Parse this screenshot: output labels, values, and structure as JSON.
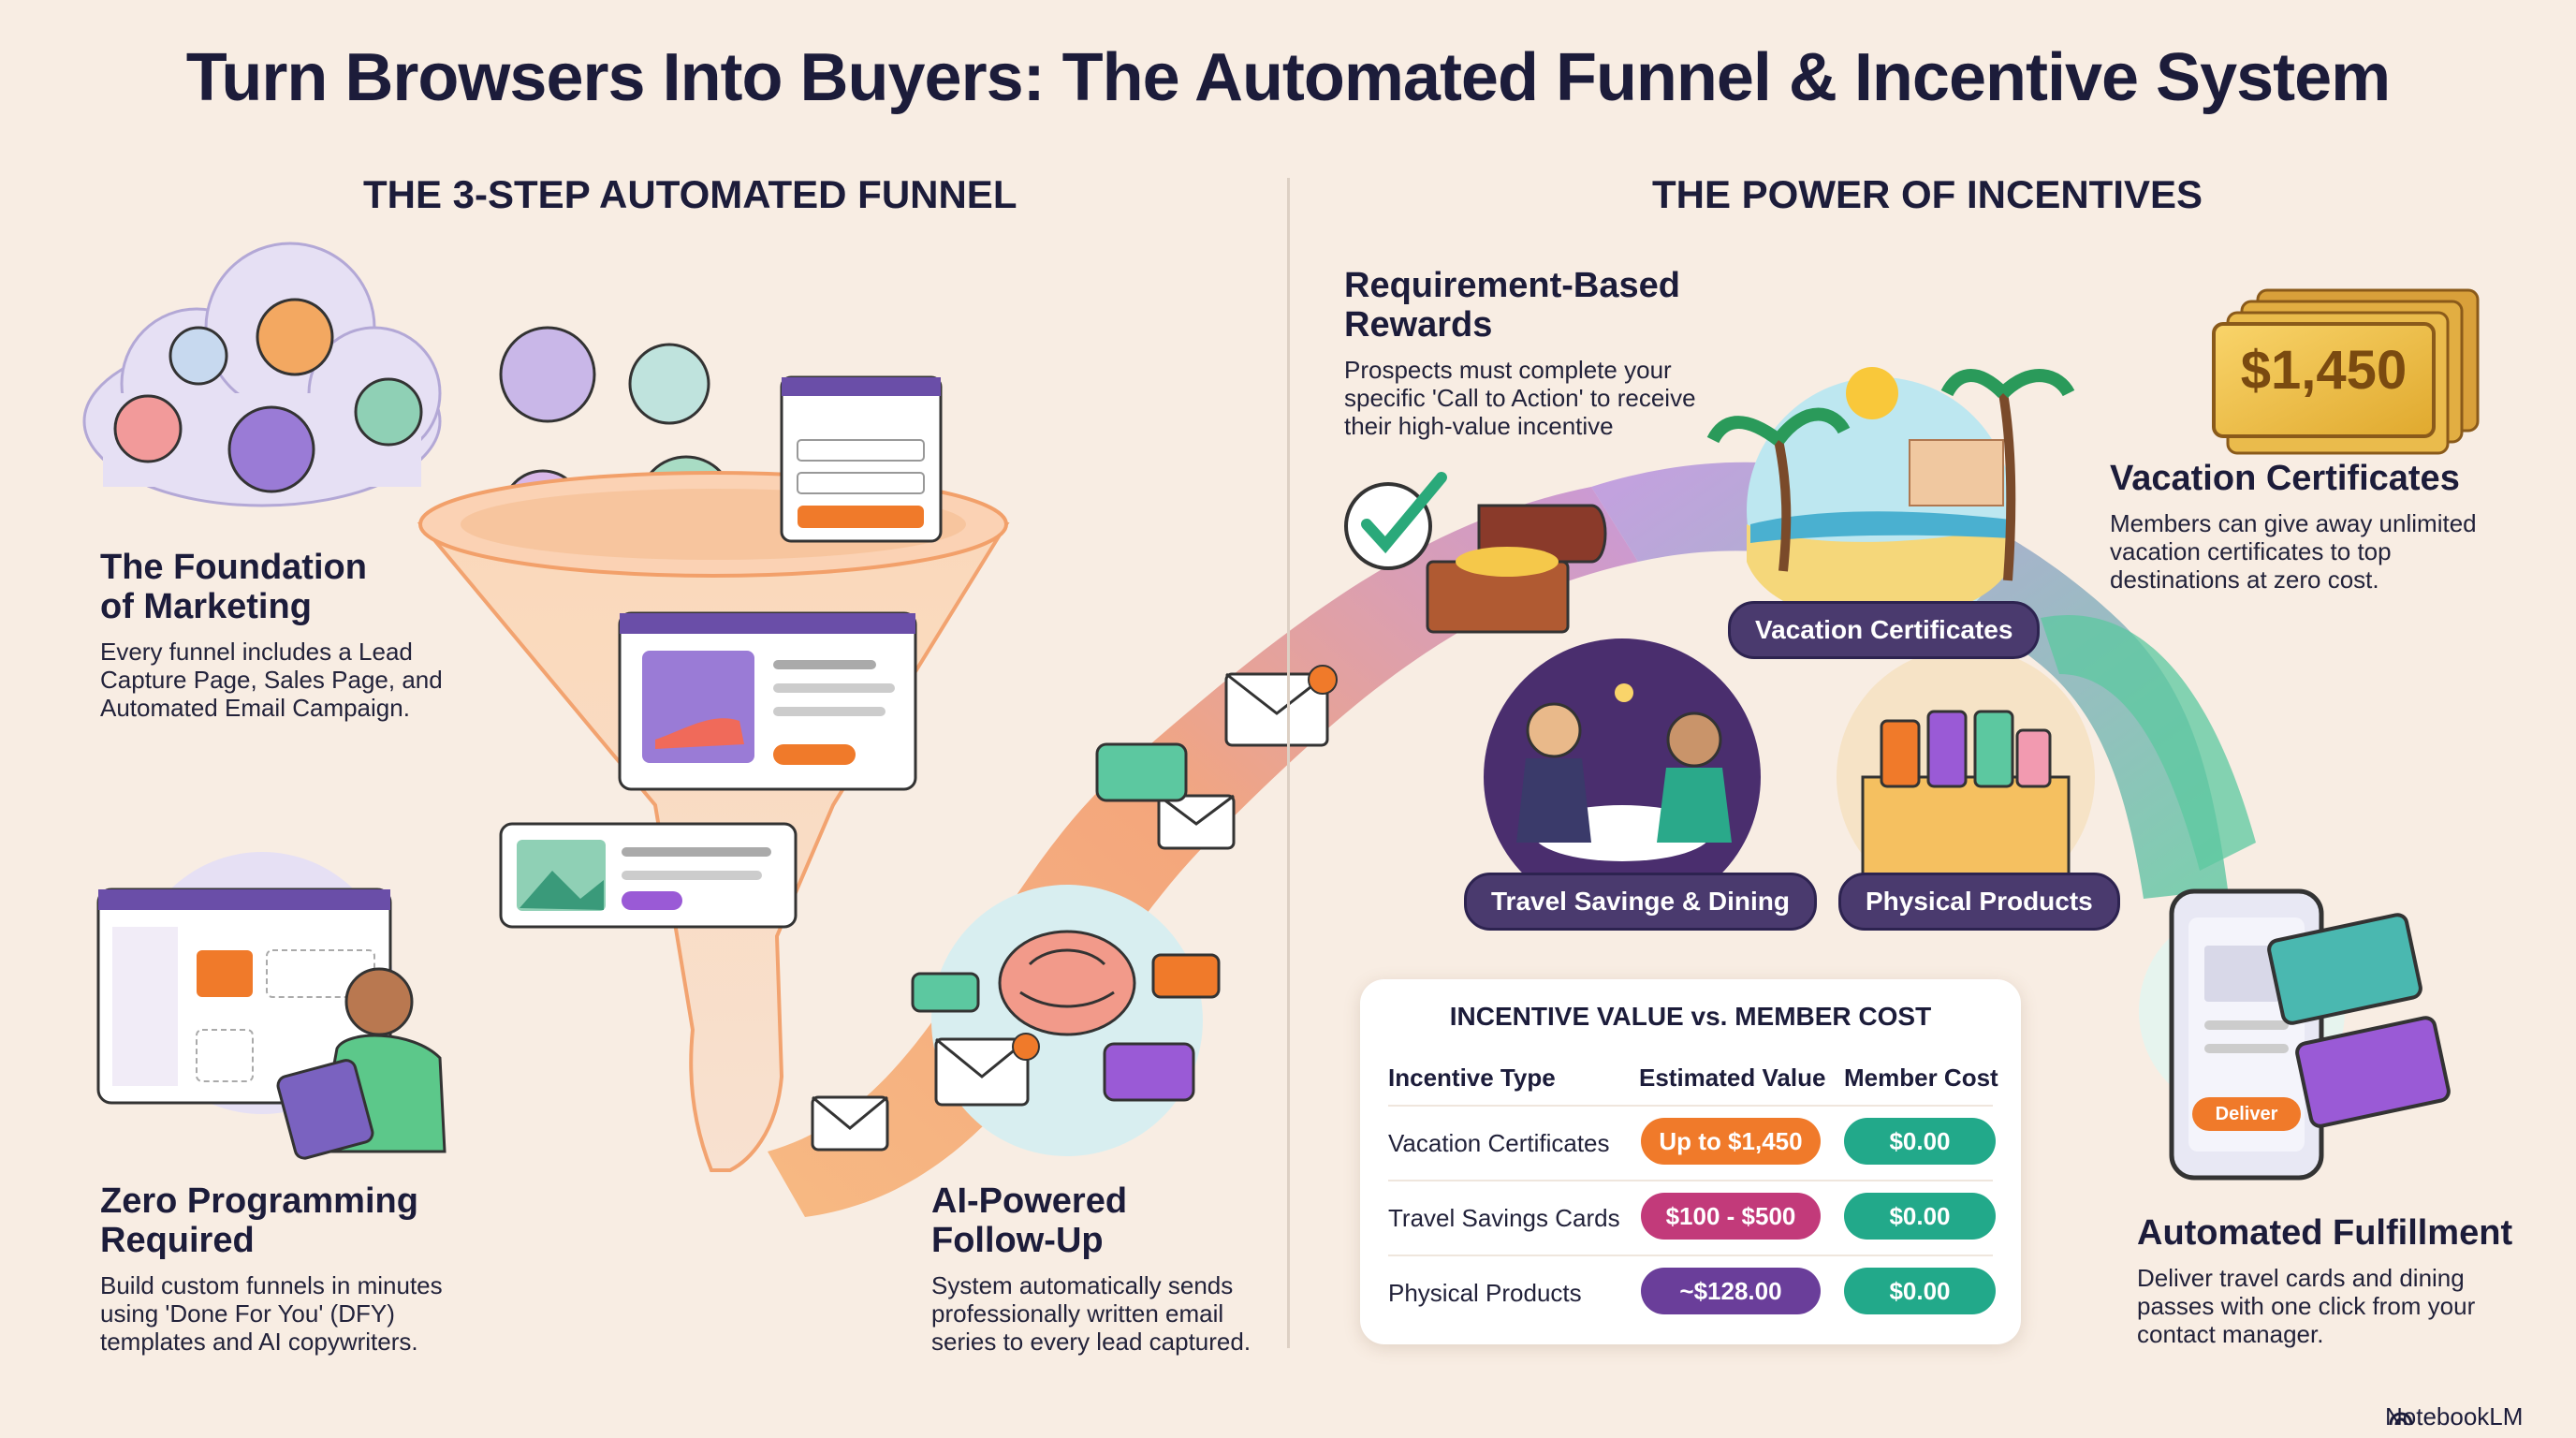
{
  "title": "Turn Browsers Into Buyers: The Automated Funnel & Incentive System",
  "left_section": {
    "heading": "THE 3-STEP AUTOMATED FUNNEL",
    "foundation": {
      "title_line1": "The Foundation",
      "title_line2": "of Marketing",
      "desc_lines": [
        "Every funnel includes a Lead",
        "Capture Page, Sales Page, and",
        "Automated Email Campaign."
      ]
    },
    "zero_programming": {
      "title_line1": "Zero Programming",
      "title_line2": "Required",
      "desc_lines": [
        "Build custom funnels in minutes",
        "using 'Done For You' (DFY)",
        "templates and AI copywriters."
      ]
    },
    "ai_followup": {
      "title_line1": "AI-Powered",
      "title_line2": "Follow-Up",
      "desc_lines": [
        "System automatically sends",
        "professionally written email",
        "series to every lead captured."
      ]
    }
  },
  "right_section": {
    "heading": "THE POWER OF INCENTIVES",
    "requirement": {
      "title_line1": "Requirement-Based",
      "title_line2": "Rewards",
      "desc_lines": [
        "Prospects must complete your",
        "specific 'Call to Action' to receive",
        "their high-value incentive"
      ]
    },
    "vacation": {
      "certificate_value": "$1,450",
      "title": "Vacation Certificates",
      "desc_lines": [
        "Members can give away unlimited",
        "vacation certificates to top",
        "destinations at zero cost."
      ]
    },
    "fulfillment": {
      "title": "Automated Fulfillment",
      "desc_lines": [
        "Deliver travel cards and dining",
        "passes with one click from your",
        "contact manager."
      ],
      "phone_button": "Deliver"
    },
    "pills": {
      "vacation": "Vacation Certificates",
      "travel": "Travel Savinge & Dining",
      "physical": "Physical Products"
    },
    "table": {
      "title": "INCENTIVE VALUE vs. MEMBER COST",
      "headers": [
        "Incentive Type",
        "Estimated Value",
        "Member Cost"
      ],
      "rows": [
        {
          "type": "Vacation Certificates",
          "value": "Up to $1,450",
          "cost": "$0.00",
          "value_color": "#f07a2a"
        },
        {
          "type": "Travel Savings Cards",
          "value": "$100 - $500",
          "cost": "$0.00",
          "value_color": "#c23a7a"
        },
        {
          "type": "Physical Products",
          "value": "~$128.00",
          "cost": "$0.00",
          "value_color": "#6a3e9a"
        }
      ],
      "cost_color": "#22a98a"
    }
  },
  "footer": {
    "brand": "NotebookLM"
  }
}
